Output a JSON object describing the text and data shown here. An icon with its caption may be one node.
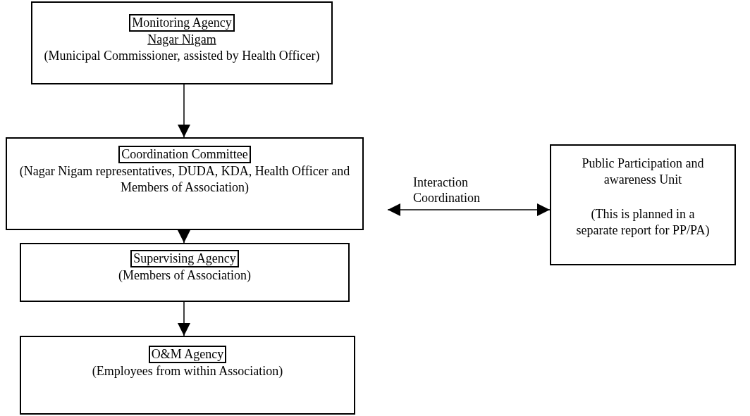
{
  "diagram": {
    "nodes": [
      {
        "text": [
          "Monitoring Agency",
          "Nagar Nigam",
          "(Municipal Commissioner, assisted by Health Officer)"
        ]
      },
      {
        "text": [
          "Coordination Committee",
          "(Nagar Nigam representatives, DUDA, KDA, Health Officer and Members of Association)"
        ]
      },
      {
        "text": [
          "Public Participation and awareness Unit",
          "(This is planned in a separate report for PP/PA)"
        ]
      },
      {
        "text": [
          "Supervising Agency",
          "(Members of Association)"
        ]
      },
      {
        "text": [
          "O&M Agency",
          "(Employees from within Association)"
        ]
      }
    ],
    "edges": [
      {
        "from": 0,
        "to": 1,
        "arrow": "to"
      },
      {
        "from": 1,
        "to": 2,
        "arrow": "both",
        "label": "Interaction Coordination"
      },
      {
        "from": 1,
        "to": 3,
        "arrow": "to"
      },
      {
        "from": 3,
        "to": 4,
        "arrow": "to"
      }
    ]
  }
}
